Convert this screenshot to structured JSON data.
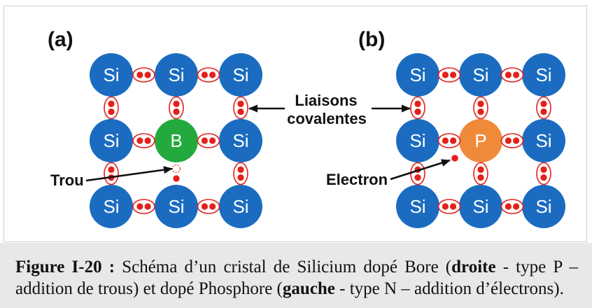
{
  "figure": {
    "panel_a": {
      "label": "(a)",
      "atoms": [
        "Si",
        "Si",
        "Si",
        "Si",
        "B",
        "Si",
        "Si",
        "Si",
        "Si"
      ],
      "annotation": "Trou"
    },
    "panel_b": {
      "label": "(b)",
      "atoms": [
        "Si",
        "Si",
        "Si",
        "Si",
        "P",
        "Si",
        "Si",
        "Si",
        "Si"
      ],
      "annotation": "Electron"
    },
    "bond_callout": {
      "line1": "Liaisons",
      "line2": "covalentes"
    },
    "colors": {
      "Si": "#1b6cc0",
      "B": "#23a93e",
      "P": "#ef8a3a",
      "electron": "#e3201b",
      "arrow": "#111111",
      "frame": "#cfcfcf"
    }
  },
  "caption": {
    "figure_number": "Figure I-20 :",
    "line1_part1": " Schéma d’un cristal de Silicium dopé Bore (",
    "line1_bold": "droite",
    "line1_part2": " - type P –",
    "line2_part1": "addition de trous) et dopé Phosphore (",
    "line2_bold": "gauche",
    "line2_part2": " - type N – addition d’électrons)."
  }
}
